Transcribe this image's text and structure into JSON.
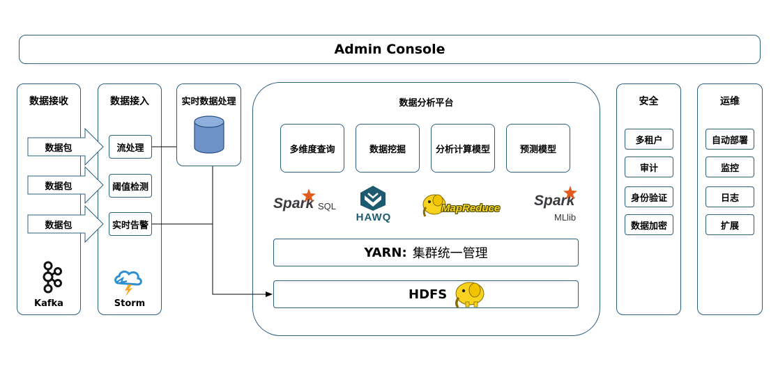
{
  "console": {
    "title": "Admin Console"
  },
  "receive": {
    "title": "数据接收",
    "packets": [
      "数据包",
      "数据包",
      "数据包"
    ],
    "logo_label": "Kafka",
    "logo_icon": "kafka-icon"
  },
  "ingest": {
    "title": "数据接入",
    "items": [
      "流处理",
      "阈值检测",
      "实时告警"
    ],
    "logo_label": "Storm",
    "logo_icon": "storm-icon"
  },
  "realtime": {
    "title": "实时数据处理",
    "icon": "database-cylinder-icon"
  },
  "analytics": {
    "title": "数据分析平台",
    "modules": [
      "多维度查询",
      "数据挖掘",
      "分析计算模型",
      "预测模型"
    ],
    "logos": {
      "spark_sql": {
        "brand": "Spark",
        "suffix": "SQL"
      },
      "hawq": {
        "label": "HAWQ"
      },
      "mapreduce": {
        "label": "MapReduce"
      },
      "spark_mllib": {
        "brand": "Spark",
        "suffix": "MLlib"
      }
    },
    "yarn": {
      "name": "YARN:",
      "desc": "集群统一管理"
    },
    "hdfs": {
      "label": "HDFS"
    }
  },
  "security": {
    "title": "安全",
    "items": [
      "多租户",
      "审计",
      "身份验证",
      "数据加密"
    ]
  },
  "ops": {
    "title": "运维",
    "items": [
      "自动部署",
      "监控",
      "日志",
      "扩展"
    ]
  },
  "colors": {
    "border": "#2a5f7e",
    "cylinder": "#6f93c9",
    "spark_orange": "#e25a1c",
    "hawq_teal": "#1e5a6f",
    "hadoop_yellow": "#f7d21f"
  }
}
